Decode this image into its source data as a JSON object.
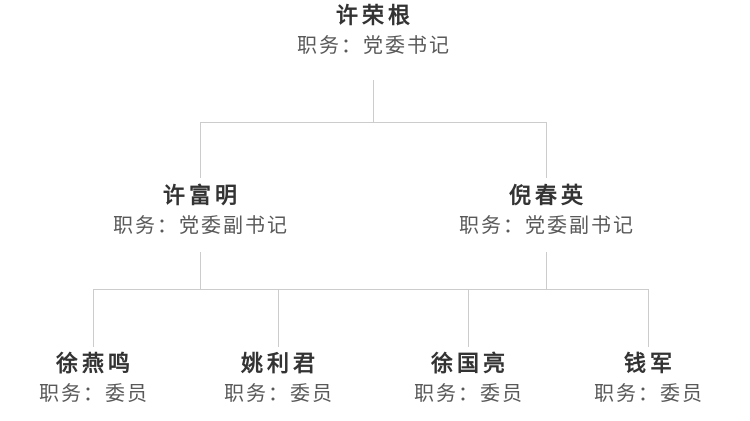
{
  "chart_type": "org-tree",
  "colors": {
    "connector_line": "#cccccc",
    "name_text": "#333333",
    "title_text": "#595959",
    "page_bg": "#ffffff"
  },
  "tree": {
    "name": "许荣根",
    "title": "职务：党委书记",
    "children": [
      {
        "name": "许富明",
        "title": "职务：党委副书记",
        "children": [
          {
            "name": "徐燕鸣",
            "title": "职务：委员"
          },
          {
            "name": "姚利君",
            "title": "职务：委员"
          }
        ]
      },
      {
        "name": "倪春英",
        "title": "职务：党委副书记",
        "children": [
          {
            "name": "徐国亮",
            "title": "职务：委员"
          },
          {
            "name": "钱军",
            "title": "职务：委员"
          }
        ]
      }
    ]
  }
}
